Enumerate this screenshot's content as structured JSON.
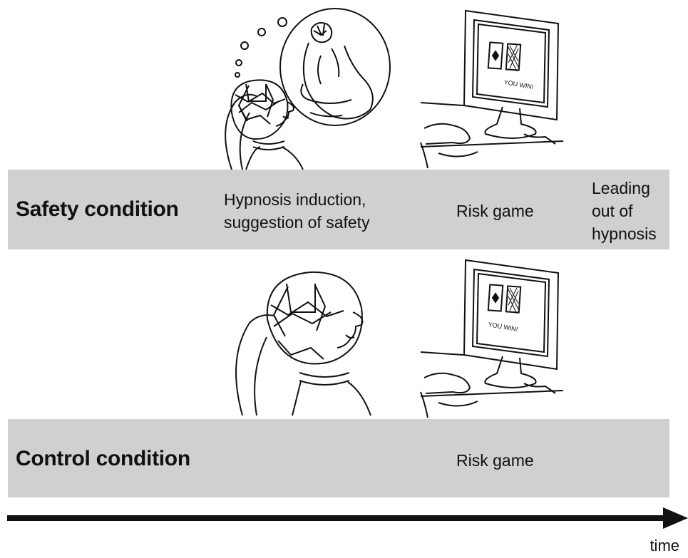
{
  "safety": {
    "title": "Safety condition",
    "steps": [
      "Hypnosis induction,\nsuggestion of safety",
      "Risk game",
      "Leading\nout of\nhypnosis"
    ]
  },
  "control": {
    "title": "Control condition",
    "steps": [
      "Risk game"
    ]
  },
  "screen_text": "YOU WIN!",
  "axis": {
    "label": "time"
  },
  "colors": {
    "band": "#d0d0d0",
    "ink": "#111111",
    "background": "#ffffff"
  }
}
